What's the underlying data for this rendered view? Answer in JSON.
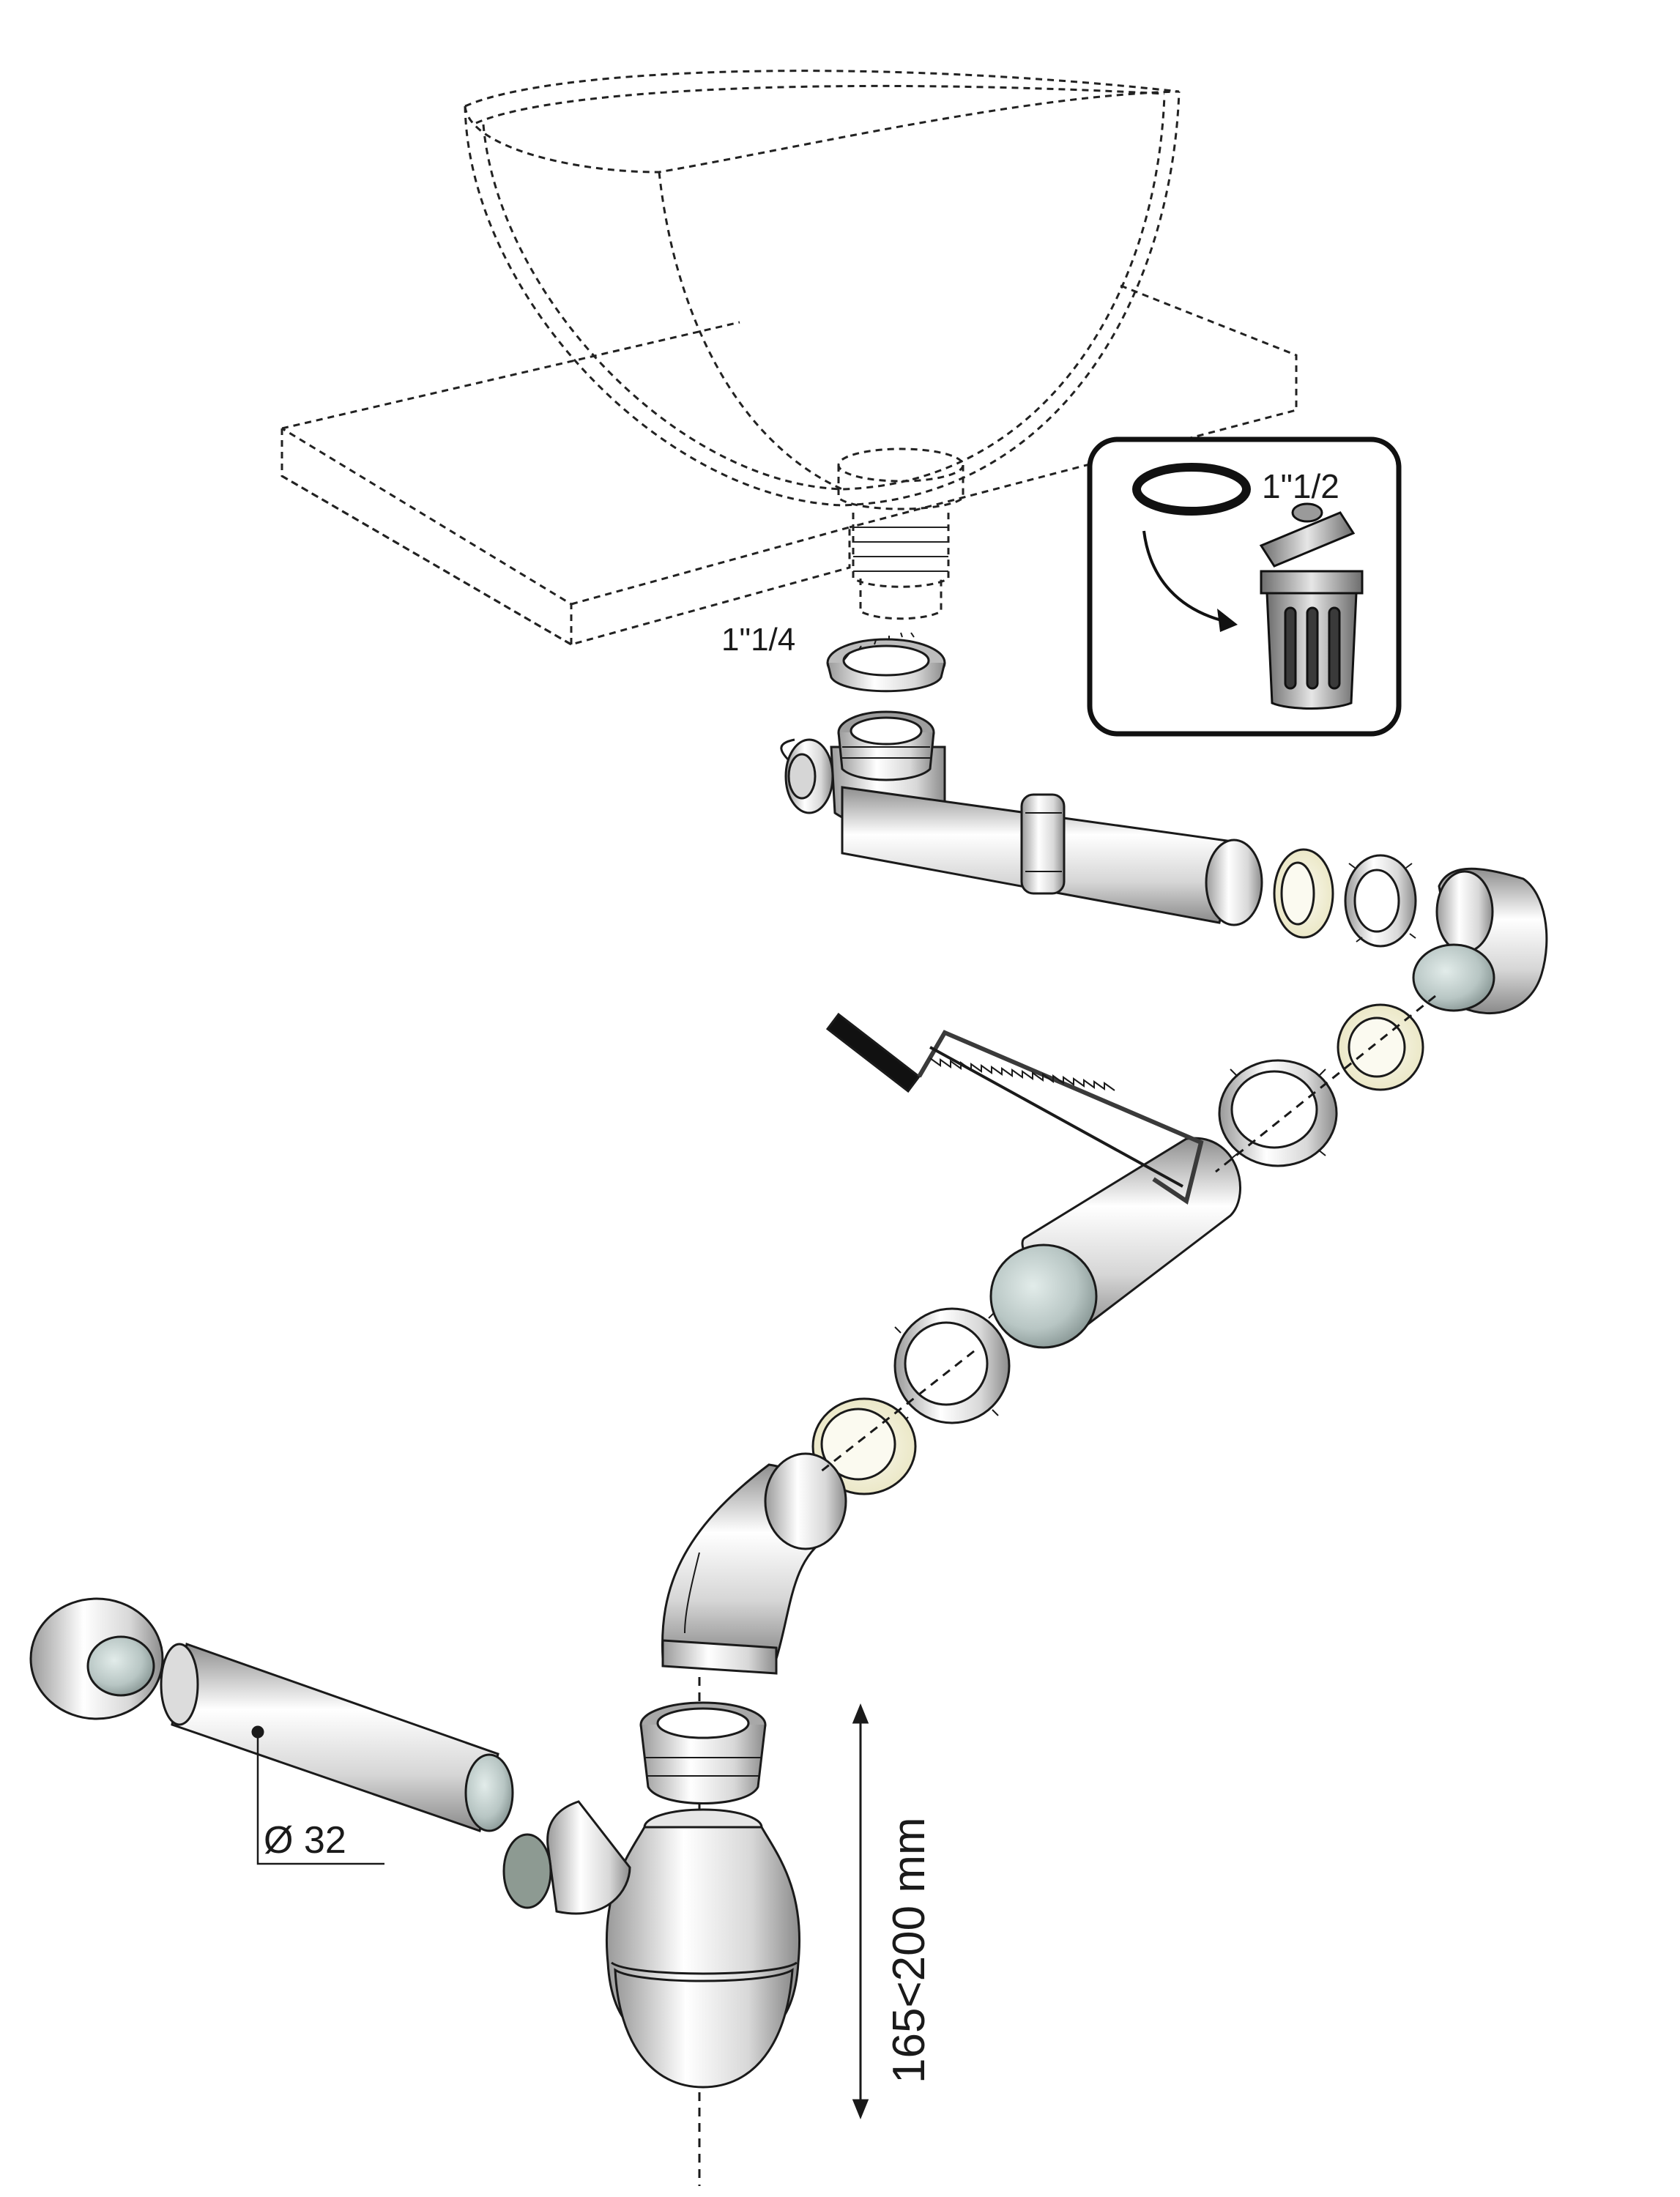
{
  "labels": {
    "drain_thread": "1\"1/4",
    "washer_size": "1\"1/2",
    "pipe_diameter": "Ø 32",
    "height_range": "165<200 mm"
  },
  "icons": [
    "washbasin-outline",
    "countertop-outline",
    "pop-up-drain",
    "discard-washer-inset",
    "trash-bin-icon",
    "hacksaw-icon",
    "bottle-trap",
    "wall-rosette"
  ],
  "colors": {
    "line": "#1a1a1a",
    "metal_light": "#f2f2f2",
    "metal_dark": "#8d8d8d",
    "washer_cream": "#f3efd2",
    "inset_frame": "#111111"
  }
}
